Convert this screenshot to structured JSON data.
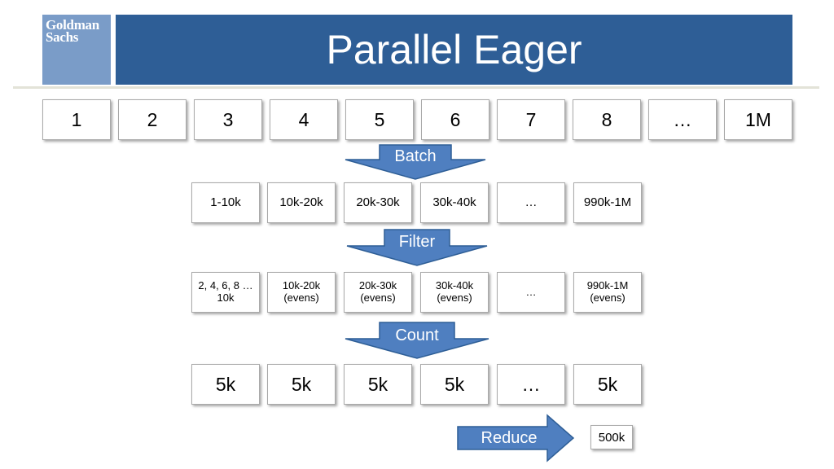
{
  "logo": {
    "line1": "Goldman",
    "line2": "Sachs"
  },
  "title": "Parallel Eager",
  "colors": {
    "title_bar": "#2e5e96",
    "logo_bg": "#7a9cc8",
    "arrow_fill": "#4f7fc0",
    "arrow_stroke": "#2e5e96"
  },
  "row_elements": [
    "1",
    "2",
    "3",
    "4",
    "5",
    "6",
    "7",
    "8",
    "…",
    "1M"
  ],
  "steps": {
    "batch": "Batch",
    "filter": "Filter",
    "count": "Count",
    "reduce": "Reduce"
  },
  "row_batches": [
    "1-10k",
    "10k-20k",
    "20k-30k",
    "30k-40k",
    "…",
    "990k-1M"
  ],
  "row_filtered": [
    {
      "line1": "2, 4, 6, 8 …",
      "line2": "10k"
    },
    {
      "line1": "10k-20k",
      "line2": "(evens)"
    },
    {
      "line1": "20k-30k",
      "line2": "(evens)"
    },
    {
      "line1": "30k-40k",
      "line2": "(evens)"
    },
    {
      "line1": "…",
      "line2": ""
    },
    {
      "line1": "990k-1M",
      "line2": "(evens)"
    }
  ],
  "row_counts": [
    "5k",
    "5k",
    "5k",
    "5k",
    "…",
    "5k"
  ],
  "result": "500k"
}
